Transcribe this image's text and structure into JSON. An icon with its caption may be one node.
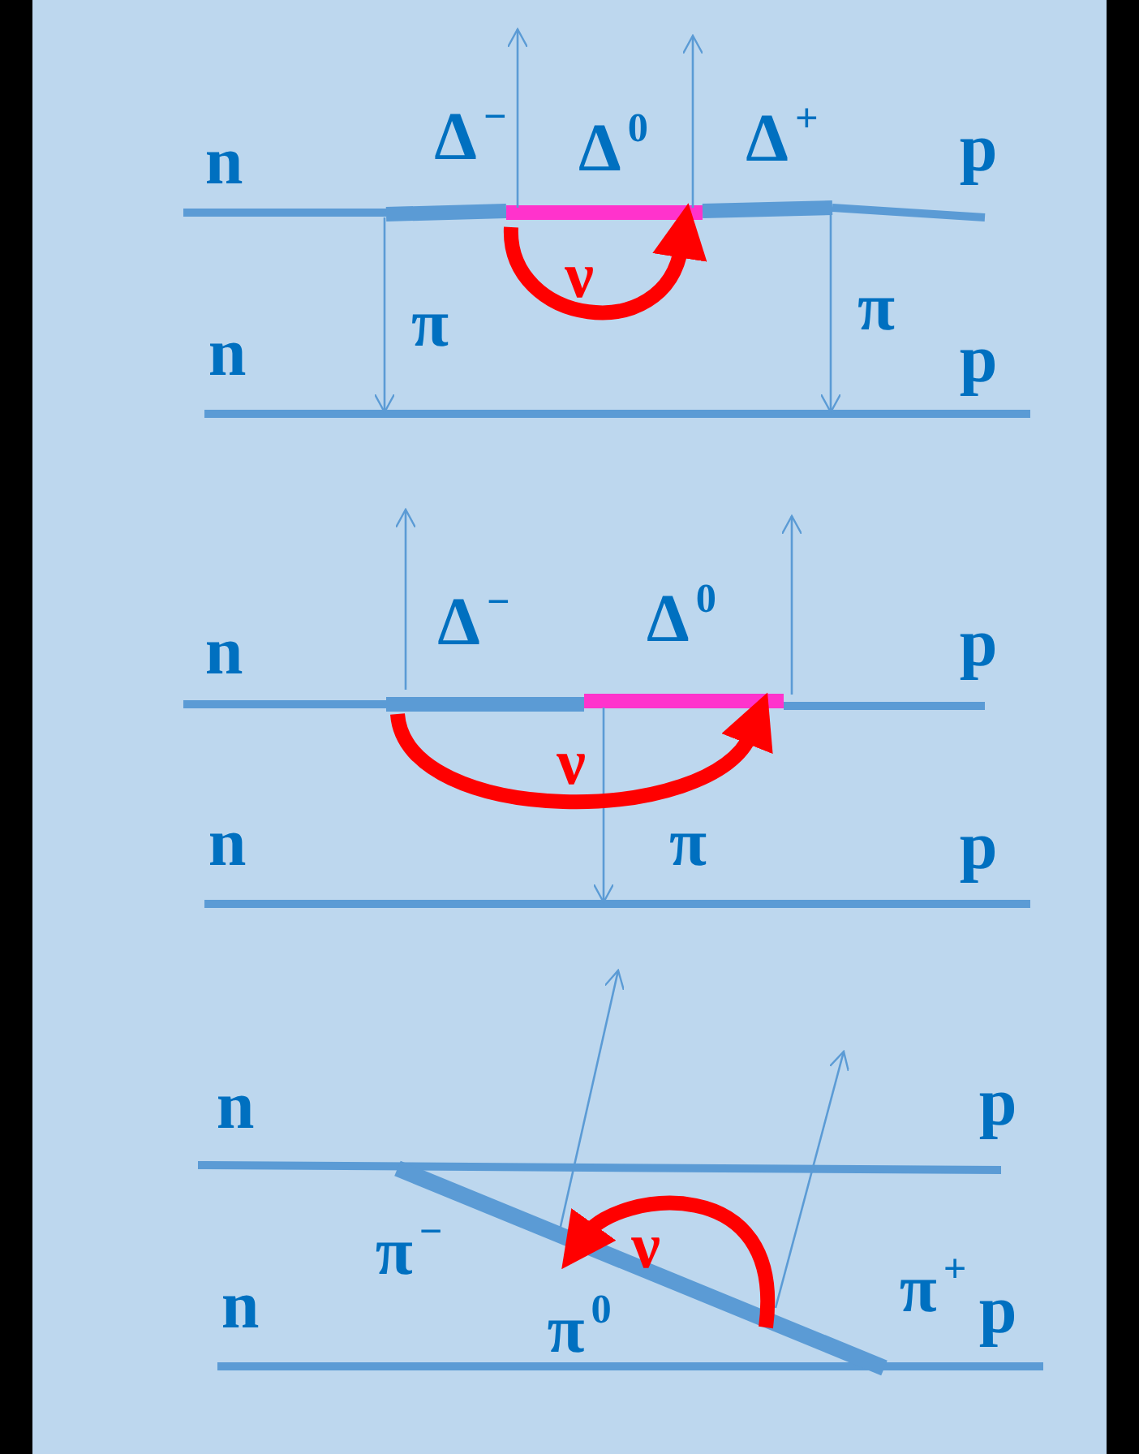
{
  "diagram": {
    "labels": [
      "n",
      "Δ$^{−}$",
      "Δ$^{0}$",
      "Δ$^{+}$",
      "p",
      "ν",
      "n",
      "π",
      "π",
      "p",
      "n",
      "Δ$^{−}$",
      "Δ$^{0}$",
      "p",
      "ν",
      "n",
      "π",
      "p",
      "n",
      "p",
      "π$^{−}$",
      "ν",
      "n",
      "π$^{0}$",
      "π$^{+}$",
      "p"
    ]
  }
}
